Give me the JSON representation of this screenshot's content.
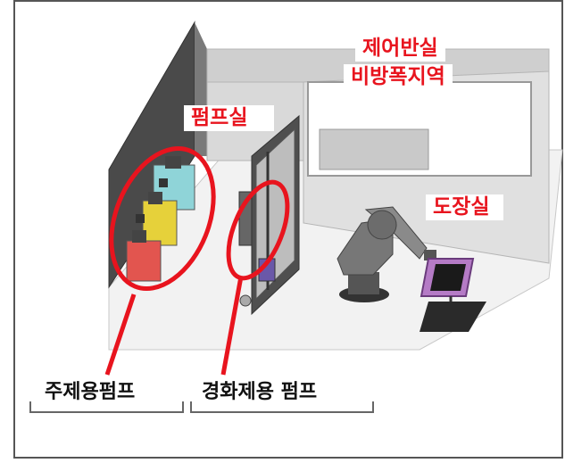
{
  "labels": {
    "control_room": "제어반실",
    "non_explosion_zone": "비방폭지역",
    "pump_room": "펌프실",
    "painting_room": "도장실",
    "main_pump": "주제용펌프",
    "hardener_pump": "경화제용 펌프"
  },
  "colors": {
    "callout_red": "#e8141e",
    "frame_border": "#555555",
    "pump_red": "#e2554f",
    "pump_yellow": "#e6d13a",
    "pump_cyan": "#8fd4d8",
    "panel_purple": "#b57bc6"
  }
}
